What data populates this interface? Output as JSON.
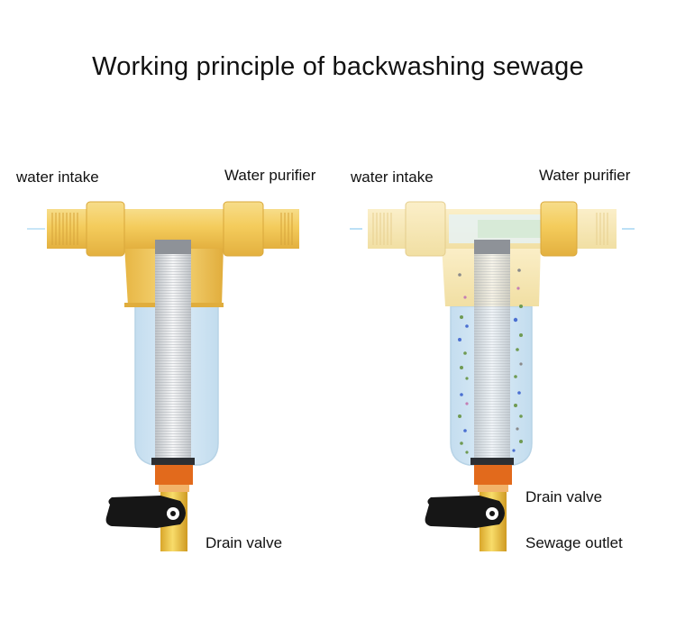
{
  "title": "Working principle of backwashing sewage",
  "panels": [
    {
      "labels": {
        "intake": "water intake",
        "purifier": "Water purifier",
        "drain": "Drain valve"
      }
    },
    {
      "labels": {
        "intake": "water intake",
        "purifier": "Water purifier",
        "drain": "Drain valve",
        "outlet": "Sewage outlet"
      }
    }
  ],
  "colors": {
    "brass": "#f2c95a",
    "brass_dark": "#d9a93a",
    "water": "#cfe6f4",
    "water_edge": "#a9cde6",
    "handle": "#161616",
    "valve_orange": "#e26a1c",
    "flow_arrow": "#9fd3f2",
    "particle_blue": "#4a6fd1",
    "particle_green": "#6f9a52"
  }
}
